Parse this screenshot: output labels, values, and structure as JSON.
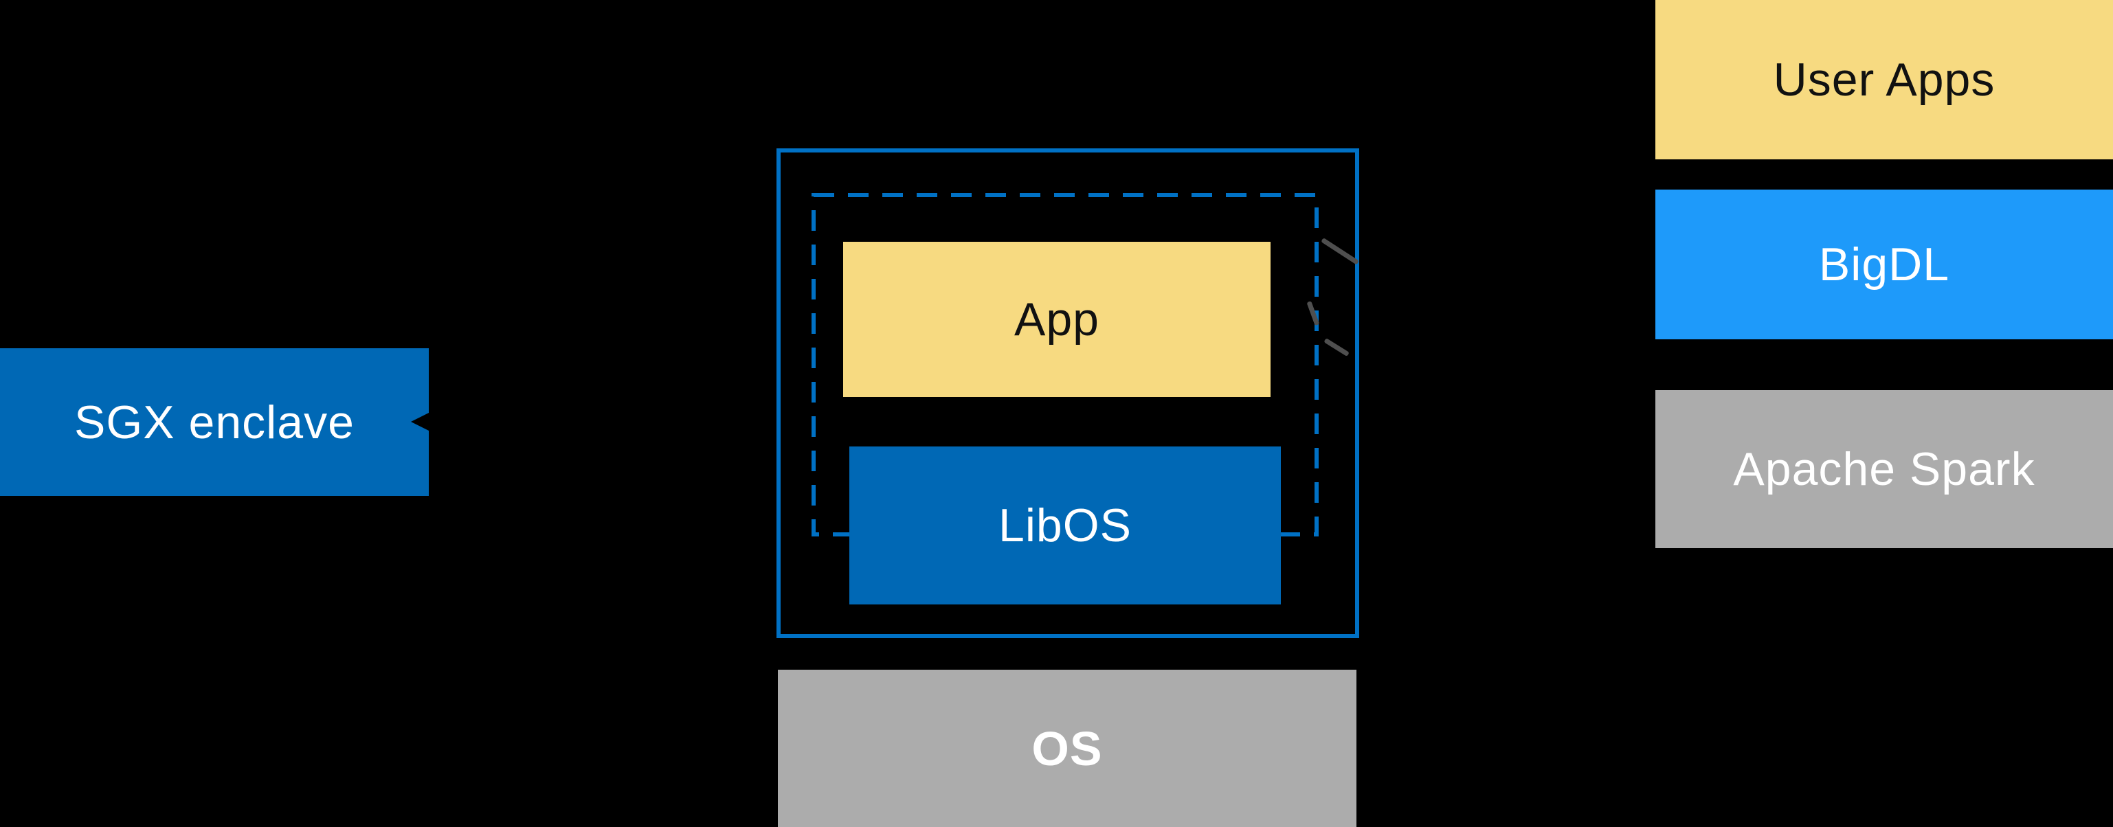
{
  "canvas": {
    "background": "#000000"
  },
  "palette": {
    "intel_blue": "#0068B5",
    "enclave_border_blue": "#0071C5",
    "bright_blue": "#1E9AFA",
    "yellow": "#F7DA81",
    "gray": "#ACACAC",
    "text_on_dark": "#FFFFFF",
    "text_on_light": "#111111"
  },
  "enclave_diagram": {
    "sgx_enclave_label": "SGX enclave",
    "app_label": "App",
    "libos_label": "LibOS",
    "os_label": "OS"
  },
  "software_stack": {
    "items": [
      {
        "label": "User Apps",
        "fill": "yellow"
      },
      {
        "label": "BigDL",
        "fill": "bright_blue"
      },
      {
        "label": "Apache Spark",
        "fill": "gray"
      }
    ]
  }
}
